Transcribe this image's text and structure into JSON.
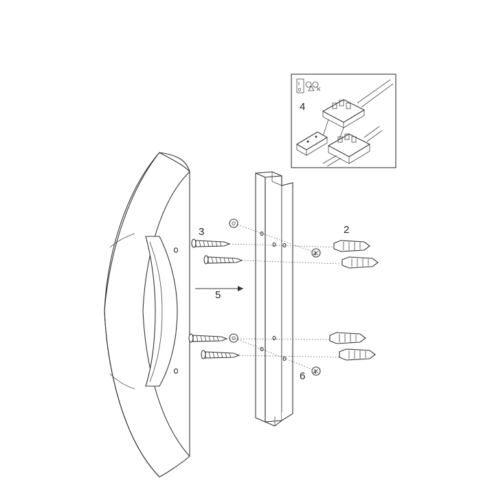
{
  "diagram": {
    "callouts": {
      "wall_plugs": "2",
      "screws": "3",
      "wiring_step": "4",
      "mount_direction": "5",
      "fixing_point": "6"
    },
    "screw_heads_label": "4",
    "inset": {
      "symbol_on": "I",
      "symbol_off": "0"
    }
  }
}
